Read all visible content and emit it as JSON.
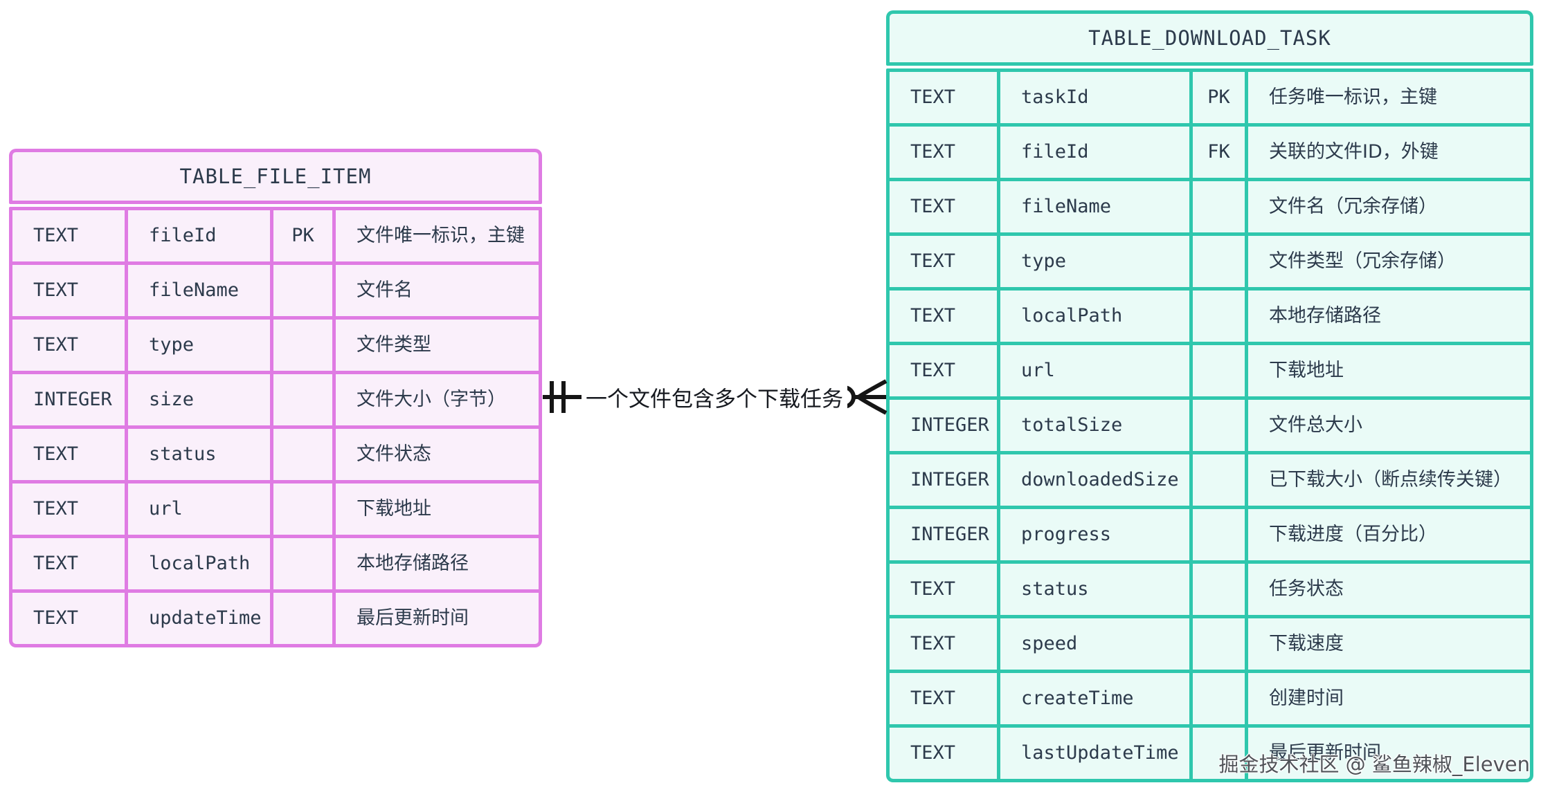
{
  "page": {
    "background": "#ffffff"
  },
  "entities": [
    {
      "title": "TABLE_FILE_ITEM",
      "accent": "#df7be3",
      "fill": "#faf0fb",
      "rows": [
        {
          "type": "TEXT",
          "name": "fileId",
          "key": "PK",
          "comment": "文件唯一标识，主键"
        },
        {
          "type": "TEXT",
          "name": "fileName",
          "key": "",
          "comment": "文件名"
        },
        {
          "type": "TEXT",
          "name": "type",
          "key": "",
          "comment": "文件类型"
        },
        {
          "type": "INTEGER",
          "name": "size",
          "key": "",
          "comment": "文件大小（字节）"
        },
        {
          "type": "TEXT",
          "name": "status",
          "key": "",
          "comment": "文件状态"
        },
        {
          "type": "TEXT",
          "name": "url",
          "key": "",
          "comment": "下载地址"
        },
        {
          "type": "TEXT",
          "name": "localPath",
          "key": "",
          "comment": "本地存储路径"
        },
        {
          "type": "TEXT",
          "name": "updateTime",
          "key": "",
          "comment": "最后更新时间"
        }
      ]
    },
    {
      "title": "TABLE_DOWNLOAD_TASK",
      "accent": "#2fc7ad",
      "fill": "#eafbf7",
      "rows": [
        {
          "type": "TEXT",
          "name": "taskId",
          "key": "PK",
          "comment": "任务唯一标识，主键"
        },
        {
          "type": "TEXT",
          "name": "fileId",
          "key": "FK",
          "comment": "关联的文件ID，外键"
        },
        {
          "type": "TEXT",
          "name": "fileName",
          "key": "",
          "comment": "文件名（冗余存储）"
        },
        {
          "type": "TEXT",
          "name": "type",
          "key": "",
          "comment": "文件类型（冗余存储）"
        },
        {
          "type": "TEXT",
          "name": "localPath",
          "key": "",
          "comment": "本地存储路径"
        },
        {
          "type": "TEXT",
          "name": "url",
          "key": "",
          "comment": "下载地址"
        },
        {
          "type": "INTEGER",
          "name": "totalSize",
          "key": "",
          "comment": "文件总大小"
        },
        {
          "type": "INTEGER",
          "name": "downloadedSize",
          "key": "",
          "comment": "已下载大小（断点续传关键）"
        },
        {
          "type": "INTEGER",
          "name": "progress",
          "key": "",
          "comment": "下载进度（百分比）"
        },
        {
          "type": "TEXT",
          "name": "status",
          "key": "",
          "comment": "任务状态"
        },
        {
          "type": "TEXT",
          "name": "speed",
          "key": "",
          "comment": "下载速度"
        },
        {
          "type": "TEXT",
          "name": "createTime",
          "key": "",
          "comment": "创建时间"
        },
        {
          "type": "TEXT",
          "name": "lastUpdateTime",
          "key": "",
          "comment": "最后更新时间"
        }
      ]
    }
  ],
  "relationship": {
    "label": "一个文件包含多个下载任务",
    "left_cardinality": "exactly-one",
    "right_cardinality": "zero-or-many",
    "line_color": "#151515"
  },
  "watermark": {
    "text": "掘金技术社区 @ 鲨鱼辣椒_Eleven"
  }
}
